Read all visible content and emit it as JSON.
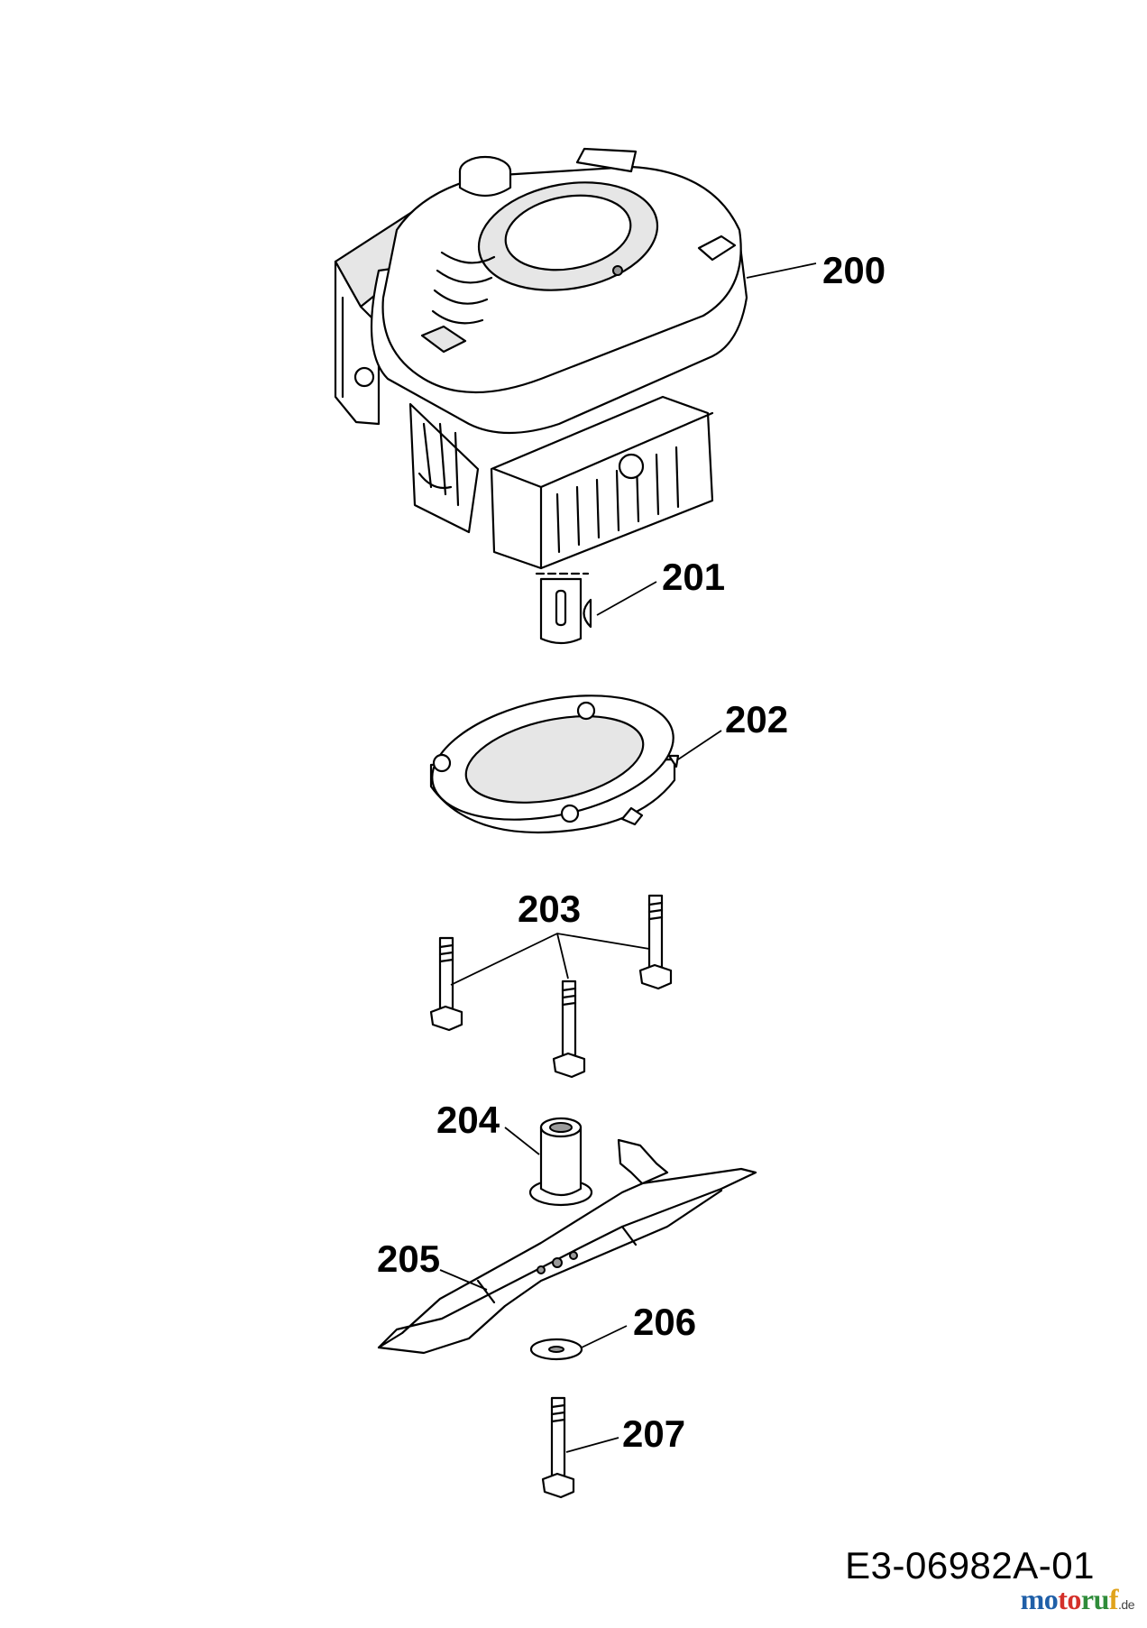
{
  "diagram": {
    "parts": [
      {
        "id": "engine",
        "callout": "200"
      },
      {
        "id": "shaft-key",
        "callout": "201"
      },
      {
        "id": "blade-adapter-ring",
        "callout": "202"
      },
      {
        "id": "bolts",
        "callout": "203"
      },
      {
        "id": "blade-hub",
        "callout": "204"
      },
      {
        "id": "blade",
        "callout": "205"
      },
      {
        "id": "washer",
        "callout": "206"
      },
      {
        "id": "blade-bolt",
        "callout": "207"
      }
    ],
    "document_number": "E3-06982A-01",
    "logo": {
      "text_1": "mo",
      "text_2": "to",
      "text_3": "ru",
      "text_4": "f",
      "tld": ".de"
    }
  }
}
